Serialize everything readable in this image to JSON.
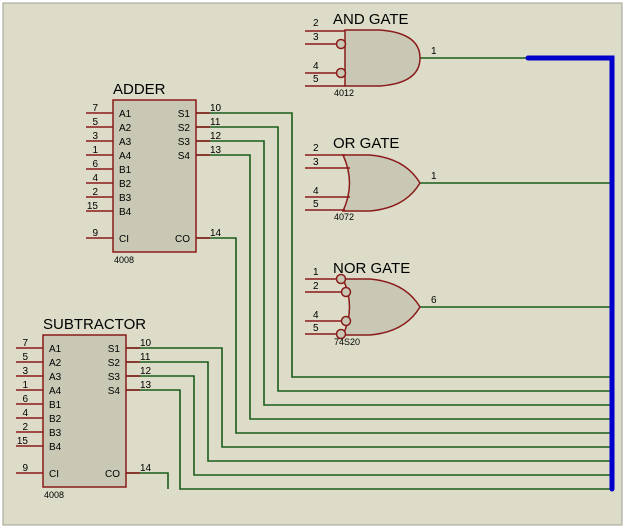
{
  "colors": {
    "background": "#dcdcc8",
    "chip_fill": "#c8c8b4",
    "chip_stroke": "#8b1a1a",
    "wire": "#1a5c1a",
    "bus": "#0000cc",
    "pin": "#8b1a1a"
  },
  "adder": {
    "title": "ADDER",
    "part": "4008",
    "left_pins": [
      {
        "num": "7",
        "name": "A1"
      },
      {
        "num": "5",
        "name": "A2"
      },
      {
        "num": "3",
        "name": "A3"
      },
      {
        "num": "1",
        "name": "A4"
      },
      {
        "num": "6",
        "name": "B1"
      },
      {
        "num": "4",
        "name": "B2"
      },
      {
        "num": "2",
        "name": "B3"
      },
      {
        "num": "15",
        "name": "B4"
      }
    ],
    "ci": {
      "num": "9",
      "name": "CI"
    },
    "right_pins": [
      {
        "num": "10",
        "name": "S1"
      },
      {
        "num": "11",
        "name": "S2"
      },
      {
        "num": "12",
        "name": "S3"
      },
      {
        "num": "13",
        "name": "S4"
      }
    ],
    "co": {
      "num": "14",
      "name": "CO"
    }
  },
  "subtractor": {
    "title": "SUBTRACTOR",
    "part": "4008",
    "left_pins": [
      {
        "num": "7",
        "name": "A1"
      },
      {
        "num": "5",
        "name": "A2"
      },
      {
        "num": "3",
        "name": "A3"
      },
      {
        "num": "1",
        "name": "A4"
      },
      {
        "num": "6",
        "name": "B1"
      },
      {
        "num": "4",
        "name": "B2"
      },
      {
        "num": "2",
        "name": "B3"
      },
      {
        "num": "15",
        "name": "B4"
      }
    ],
    "ci": {
      "num": "9",
      "name": "CI"
    },
    "right_pins": [
      {
        "num": "10",
        "name": "S1"
      },
      {
        "num": "11",
        "name": "S2"
      },
      {
        "num": "12",
        "name": "S3"
      },
      {
        "num": "13",
        "name": "S4"
      }
    ],
    "co": {
      "num": "14",
      "name": "CO"
    }
  },
  "and_gate": {
    "title": "AND GATE",
    "part": "4012",
    "inputs": [
      "2",
      "3",
      "4",
      "5"
    ],
    "output": "1"
  },
  "or_gate": {
    "title": "OR GATE",
    "part": "4072",
    "inputs": [
      "2",
      "3",
      "4",
      "5"
    ],
    "output": "1"
  },
  "nor_gate": {
    "title": "NOR GATE",
    "part": "74S20",
    "inputs": [
      "1",
      "2",
      "4",
      "5"
    ],
    "output": "6"
  }
}
